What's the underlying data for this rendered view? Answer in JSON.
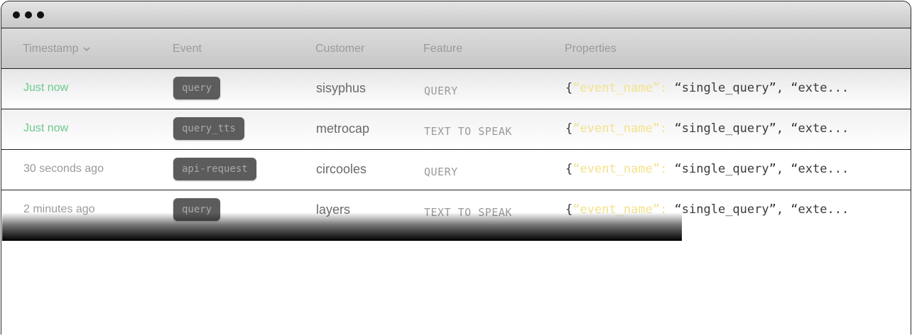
{
  "window": {
    "controls": [
      "dot-1",
      "dot-2",
      "dot-3"
    ]
  },
  "table": {
    "headers": {
      "timestamp": "Timestamp",
      "event": "Event",
      "customer": "Customer",
      "feature": "Feature",
      "properties": "Properties"
    },
    "sort_icon": "chevron-down-icon",
    "rows": [
      {
        "timestamp": "Just now",
        "event": "query",
        "customer": "sisyphus",
        "feature": "QUERY",
        "props_open": "{",
        "props_key": "“event_name”:",
        "props_rest": " “single_query”, “exte..."
      },
      {
        "timestamp": "Just now",
        "event": "query_tts",
        "customer": "metrocap",
        "feature": "TEXT TO SPEAK",
        "props_open": "{",
        "props_key": "“event_name”:",
        "props_rest": " “single_query”, “exte..."
      },
      {
        "timestamp": "30 seconds ago",
        "event": "api-request",
        "customer": "circooles",
        "feature": "QUERY",
        "props_open": "{",
        "props_key": "“event_name”:",
        "props_rest": " “single_query”, “exte..."
      },
      {
        "timestamp": "2 minutes ago",
        "event": "query",
        "customer": "layers",
        "feature": "TEXT TO SPEAK",
        "props_open": "{",
        "props_key": "“event_name”:",
        "props_rest": " “single_query”, “exte..."
      }
    ]
  },
  "colors": {
    "recent_timestamp": "#6cc98f",
    "old_timestamp": "#9a9a9a",
    "json_key": "#f3e28c",
    "badge_bg": "#5c5c5c"
  }
}
